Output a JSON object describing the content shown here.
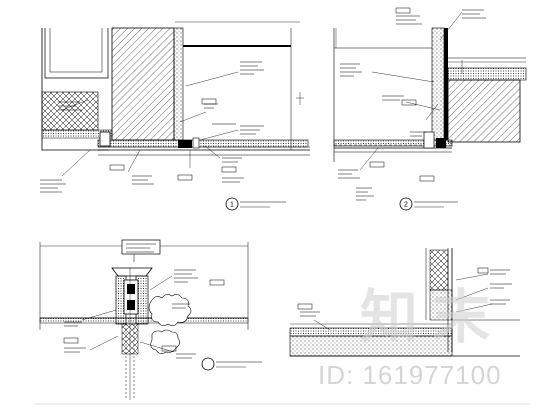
{
  "details": [
    {
      "number": "1"
    },
    {
      "number": "2"
    }
  ],
  "watermark": {
    "glyphs": "知末",
    "id_text": "ID: 161977100"
  }
}
